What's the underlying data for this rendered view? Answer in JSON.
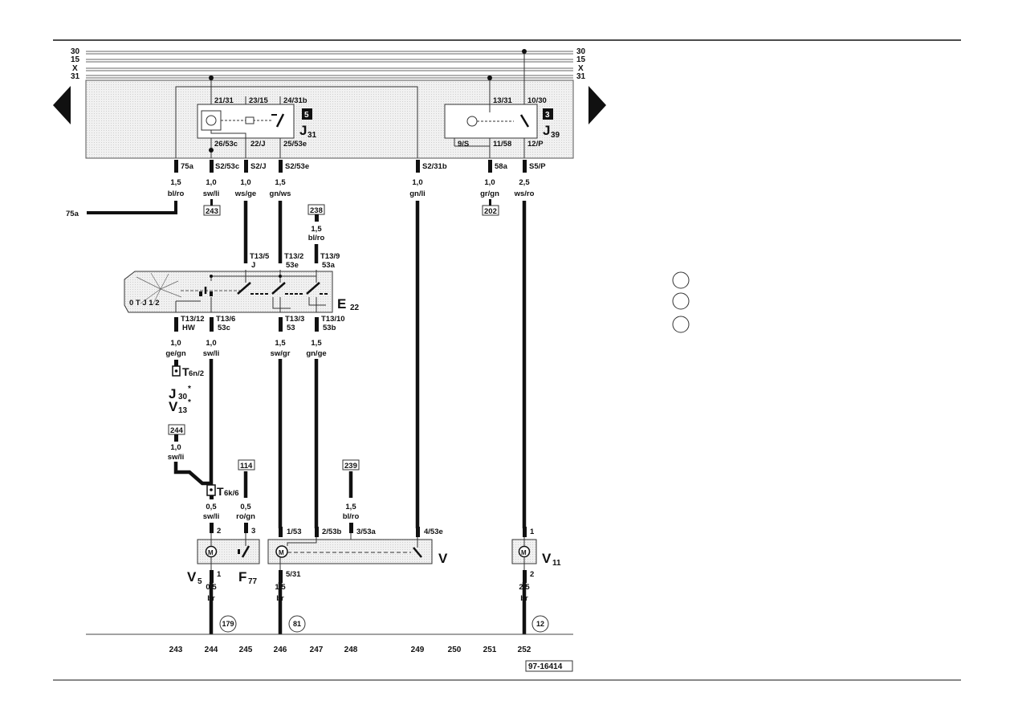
{
  "bus": {
    "l30": "30",
    "l15": "15",
    "lx": "X",
    "l31": "31"
  },
  "relay_j31": {
    "box": "5",
    "name": "J",
    "sub": "31",
    "pin_21": "21/31",
    "pin_23": "23/15",
    "pin_24": "24/31b",
    "pin_26": "26/53c",
    "pin_22": "22/J",
    "pin_25": "25/53e"
  },
  "relay_j39": {
    "box": "3",
    "name": "J",
    "sub": "39",
    "pin_13": "13/31",
    "pin_10": "10/30",
    "pin_9": "9/S",
    "pin_11": "11/58",
    "pin_12": "12/P"
  },
  "fuse_row": {
    "f75a": "75a",
    "s253c": "S2/53c",
    "s2j": "S2/J",
    "s253e": "S2/53e",
    "s231b": "S2/31b",
    "f58a": "58a",
    "s5p": "S5/P"
  },
  "wires_top": {
    "w1": {
      "size": "1,5",
      "color": "bl/ro"
    },
    "w2": {
      "size": "1,0",
      "color": "sw/li"
    },
    "w3": {
      "size": "1,0",
      "color": "ws/ge"
    },
    "w4": {
      "size": "1,5",
      "color": "gn/ws"
    },
    "w5": {
      "size": "1,0",
      "color": "gn/li"
    },
    "w6": {
      "size": "1,0",
      "color": "gr/gn"
    },
    "w7": {
      "size": "2,5",
      "color": "ws/ro"
    }
  },
  "refs": {
    "r243": "243",
    "r202": "202",
    "r238": "238",
    "r244": "244",
    "r114": "114",
    "r239": "239",
    "l75a": "75a"
  },
  "wire_238": {
    "size": "1,5",
    "color": "bl/ro"
  },
  "switch_e22": {
    "name": "E",
    "sub": "22",
    "positions": "0 T J 1 2",
    "t135": "T13/5",
    "t135b": "J",
    "t132": "T13/2",
    "t132b": "53e",
    "t139": "T13/9",
    "t139b": "53a",
    "t1312": "T13/12",
    "t1312b": "HW",
    "t136": "T13/6",
    "t136b": "53c",
    "t133": "T13/3",
    "t133b": "53",
    "t1310": "T13/10",
    "t1310b": "53b"
  },
  "wires_mid": {
    "m1": {
      "size": "1,0",
      "color": "ge/gn"
    },
    "m2": {
      "size": "1,0",
      "color": "sw/li"
    },
    "m3": {
      "size": "1,5",
      "color": "sw/gr"
    },
    "m4": {
      "size": "1,5",
      "color": "gn/ge"
    }
  },
  "conn_t6n": {
    "name": "T",
    "sub": "6n/2"
  },
  "optional": {
    "j30": "J",
    "j30sub": "30",
    "v13": "V",
    "v13sub": "13",
    "star": "*"
  },
  "wire_244": {
    "size": "1,0",
    "color": "sw/li"
  },
  "conn_t6k": {
    "name": "T",
    "sub": "6k/6"
  },
  "wires_low": {
    "l1": {
      "size": "0,5",
      "color": "sw/li"
    },
    "l2": {
      "size": "0,5",
      "color": "ro/gn"
    },
    "l3": {
      "size": "1,5",
      "color": "bl/ro"
    }
  },
  "motor_v5": {
    "name": "V",
    "sub": "5",
    "pin2": "2",
    "pin1": "1",
    "motor": "M"
  },
  "switch_f77": {
    "name": "F",
    "sub": "77",
    "pin3": "3"
  },
  "motor_v": {
    "name": "V",
    "motor": "M",
    "p1": "1/53",
    "p2": "2/53b",
    "p3": "3/53a",
    "p4": "4/53e",
    "p5": "5/31"
  },
  "motor_v11": {
    "name": "V",
    "sub": "11",
    "motor": "M",
    "pin1": "1",
    "pin2": "2"
  },
  "wires_bottom": {
    "b1": {
      "size": "0,5",
      "color": "br"
    },
    "b2": {
      "size": "1,5",
      "color": "br"
    },
    "b3": {
      "size": "2,5",
      "color": "br"
    }
  },
  "grounds": {
    "g179": "179",
    "g81": "81",
    "g12": "12"
  },
  "columns": [
    "243",
    "244",
    "245",
    "246",
    "247",
    "248",
    "249",
    "250",
    "251",
    "252"
  ],
  "doc_id": "97-16414",
  "colors": {
    "ink": "#111111",
    "panel": "#ececec",
    "line": "#222222"
  }
}
